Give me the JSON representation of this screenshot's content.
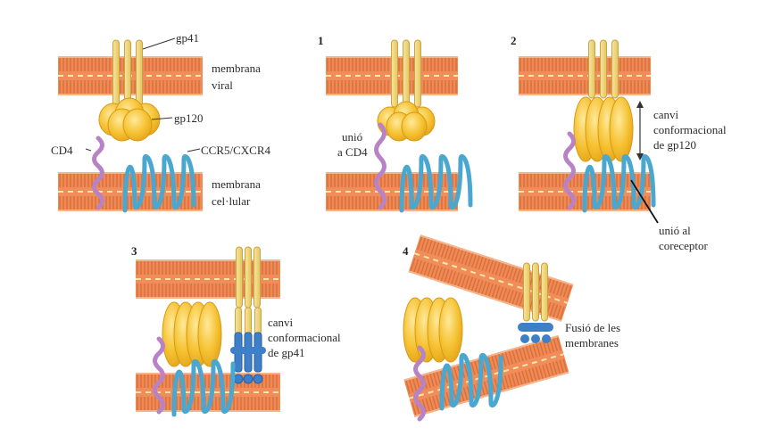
{
  "panels": {
    "p0": {
      "labels": {
        "gp41": "gp41",
        "membrana_viral_1": "membrana",
        "membrana_viral_2": "viral",
        "gp120": "gp120",
        "cd4": "CD4",
        "ccr5": "CCR5/CXCR4",
        "membrana_cel_1": "membrana",
        "membrana_cel_2": "cel·lular"
      }
    },
    "p1": {
      "number": "1",
      "labels": {
        "unio_1": "unió",
        "unio_2": "a CD4"
      }
    },
    "p2": {
      "number": "2",
      "labels": {
        "canvi_1": "canvi",
        "canvi_2": "conformacional",
        "canvi_3": "de gp120",
        "unio_1": "unió al",
        "unio_2": "coreceptor"
      }
    },
    "p3": {
      "number": "3",
      "labels": {
        "canvi_1": "canvi",
        "canvi_2": "conformacional",
        "canvi_3": "de gp41"
      }
    },
    "p4": {
      "number": "4",
      "labels": {
        "fusio_1": "Fusió de les",
        "fusio_2": "membranes"
      }
    }
  },
  "colors": {
    "membrane": "#ee8a55",
    "membrane_dash": "#f7e8a8",
    "gp41": "#f3d97a",
    "gp120": "#f2bc2e",
    "cd4": "#b883c6",
    "coreceptor": "#4aa7cf",
    "gp41_changed": "#3d7fc9"
  }
}
